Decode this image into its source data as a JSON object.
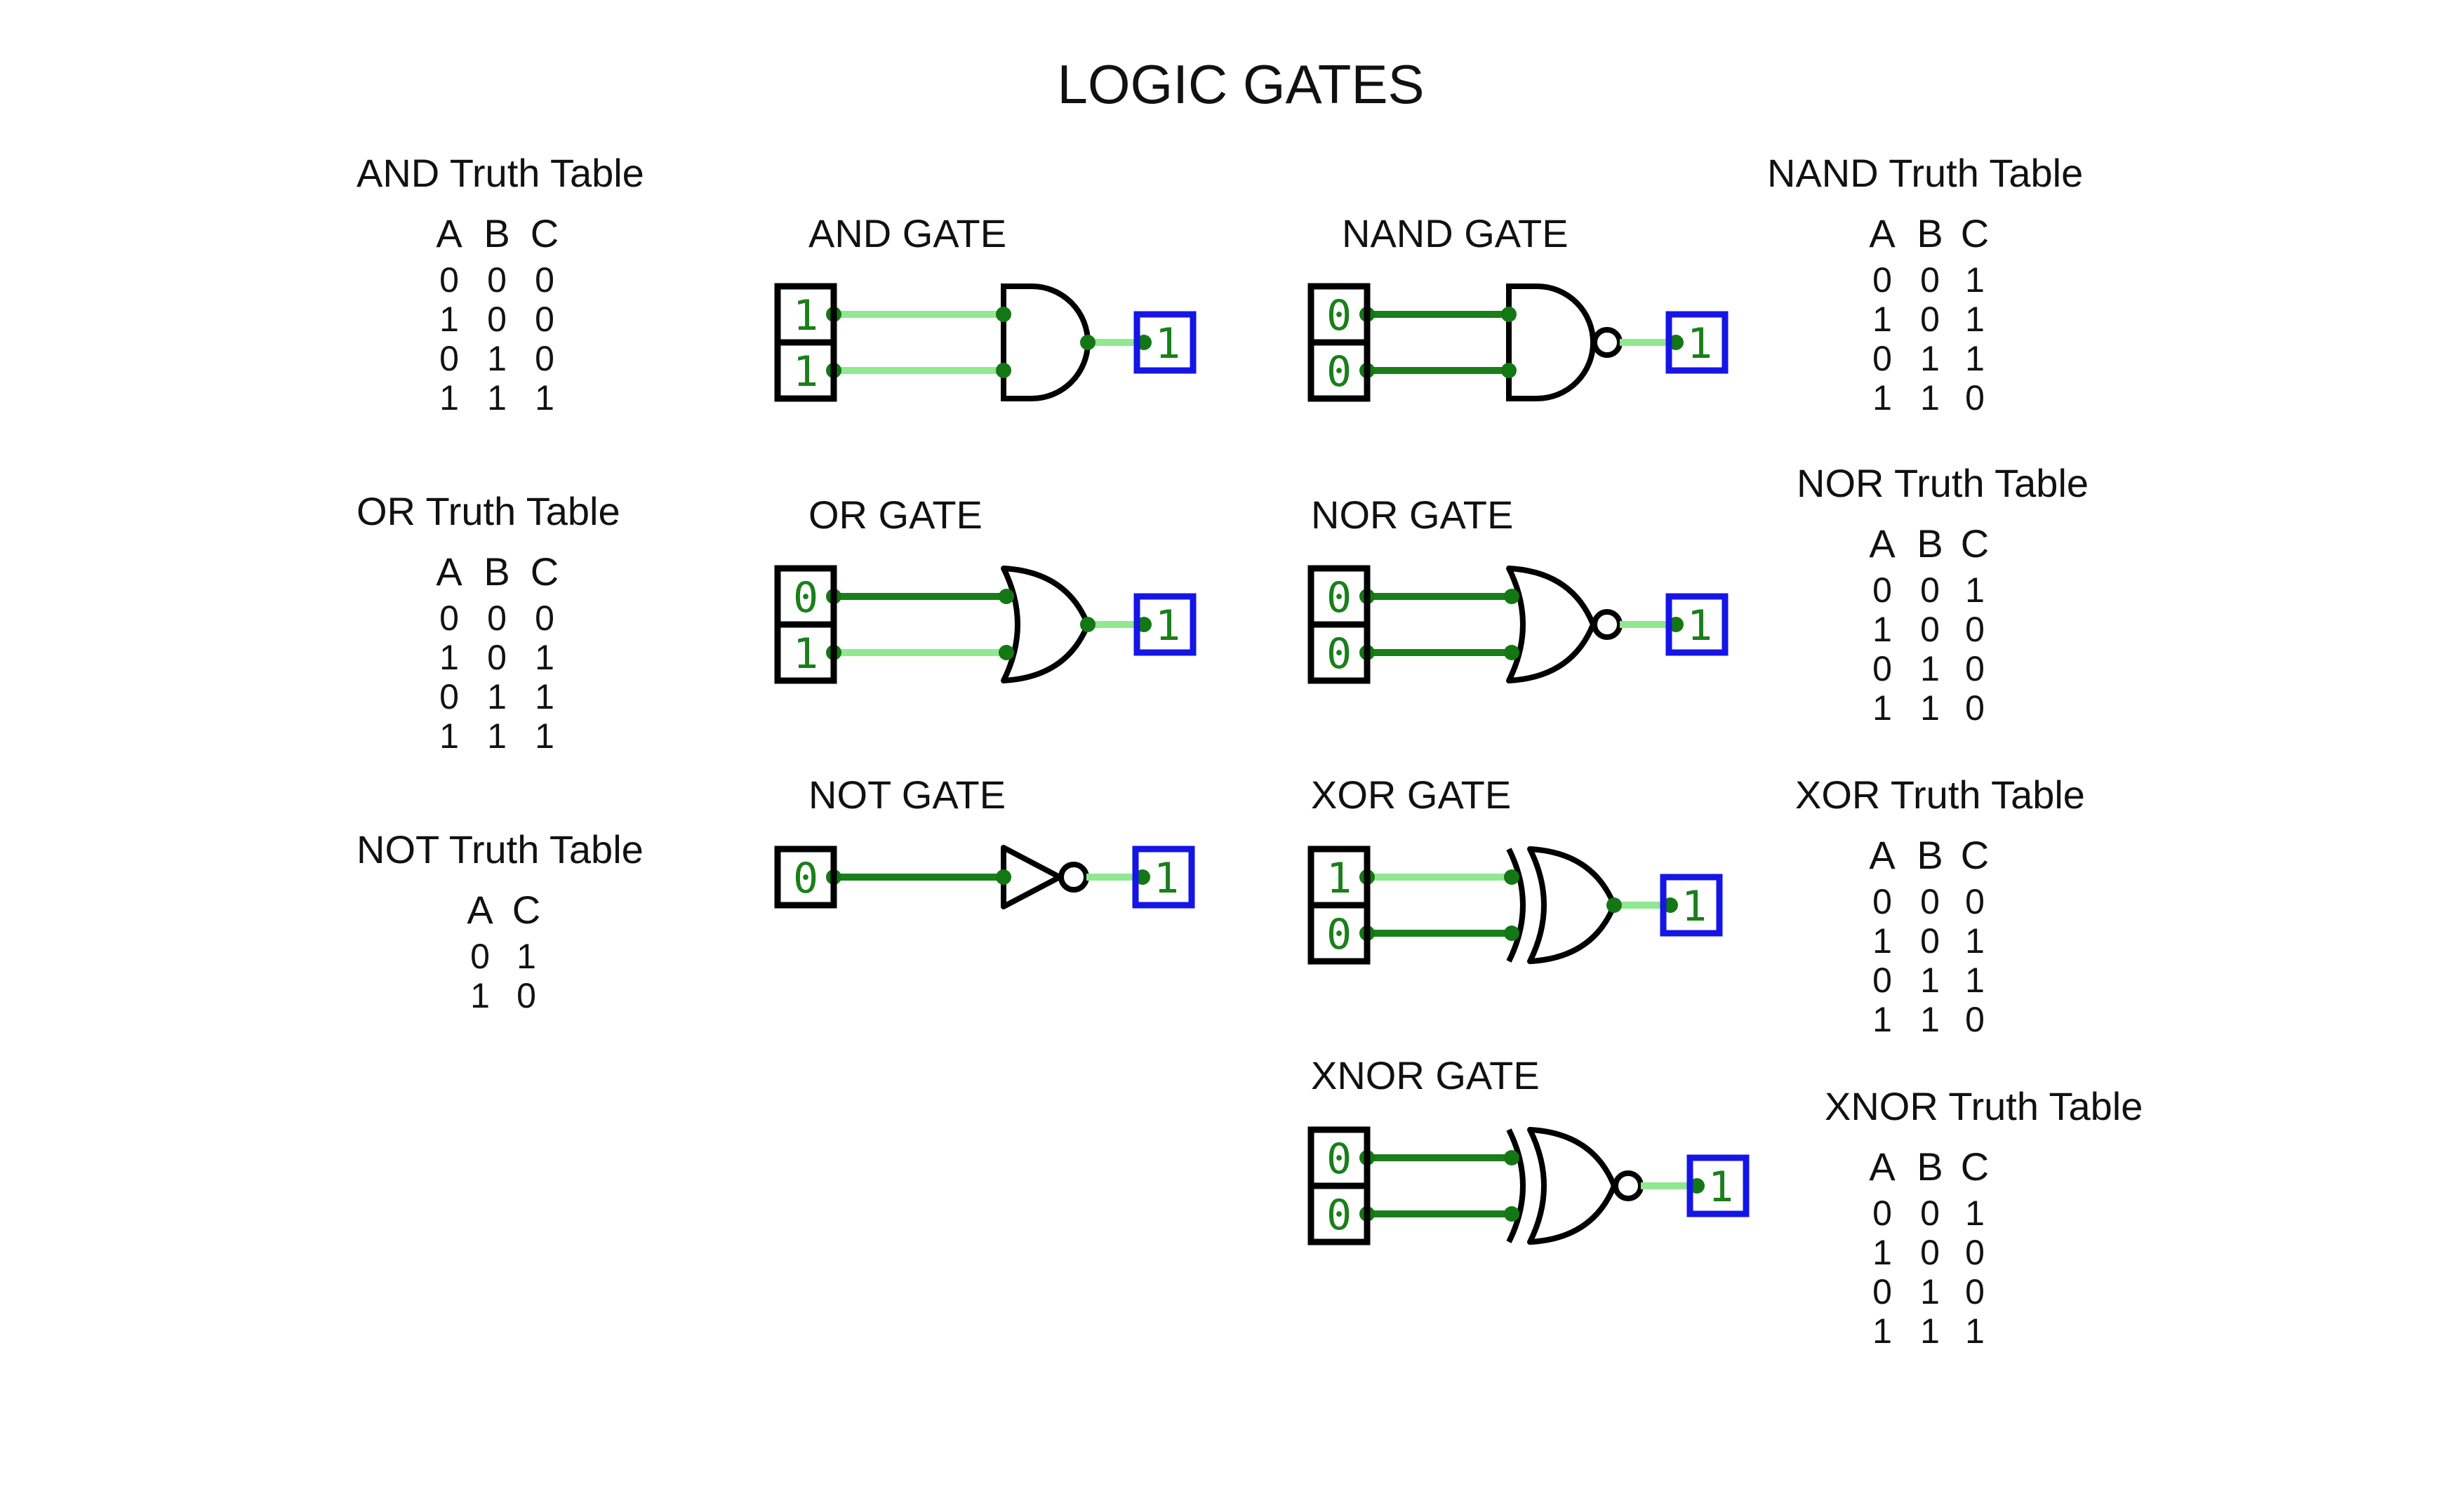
{
  "title": "LOGIC GATES",
  "colors": {
    "wire_high": "#90e890",
    "wire_low": "#1a7f1a",
    "junction": "#137813",
    "gate_stroke": "#000000",
    "input_text": "#1a7f1a",
    "output_box": "#1515e6",
    "output_text": "#1a7f1a"
  },
  "gates": [
    {
      "label": "AND GATE",
      "inputs": [
        "1",
        "1"
      ],
      "output": "1"
    },
    {
      "label": "OR GATE",
      "inputs": [
        "0",
        "1"
      ],
      "output": "1"
    },
    {
      "label": "NOT GATE",
      "inputs": [
        "0"
      ],
      "output": "1"
    },
    {
      "label": "NAND GATE",
      "inputs": [
        "0",
        "0"
      ],
      "output": "1"
    },
    {
      "label": "NOR GATE",
      "inputs": [
        "0",
        "0"
      ],
      "output": "1"
    },
    {
      "label": "XOR GATE",
      "inputs": [
        "1",
        "0"
      ],
      "output": "1"
    },
    {
      "label": "XNOR GATE",
      "inputs": [
        "0",
        "0"
      ],
      "output": "1"
    }
  ],
  "truth_tables": [
    {
      "title": "AND Truth Table",
      "headers": [
        "A",
        "B",
        "C"
      ],
      "rows": [
        [
          "0",
          "0",
          "0"
        ],
        [
          "1",
          "0",
          "0"
        ],
        [
          "0",
          "1",
          "0"
        ],
        [
          "1",
          "1",
          "1"
        ]
      ]
    },
    {
      "title": "OR Truth Table",
      "headers": [
        "A",
        "B",
        "C"
      ],
      "rows": [
        [
          "0",
          "0",
          "0"
        ],
        [
          "1",
          "0",
          "1"
        ],
        [
          "0",
          "1",
          "1"
        ],
        [
          "1",
          "1",
          "1"
        ]
      ]
    },
    {
      "title": "NOT Truth Table",
      "headers": [
        "A",
        "C"
      ],
      "rows": [
        [
          "0",
          "1"
        ],
        [
          "1",
          "0"
        ]
      ]
    },
    {
      "title": "NAND Truth Table",
      "headers": [
        "A",
        "B",
        "C"
      ],
      "rows": [
        [
          "0",
          "0",
          "1"
        ],
        [
          "1",
          "0",
          "1"
        ],
        [
          "0",
          "1",
          "1"
        ],
        [
          "1",
          "1",
          "0"
        ]
      ]
    },
    {
      "title": "NOR Truth Table",
      "headers": [
        "A",
        "B",
        "C"
      ],
      "rows": [
        [
          "0",
          "0",
          "1"
        ],
        [
          "1",
          "0",
          "0"
        ],
        [
          "0",
          "1",
          "0"
        ],
        [
          "1",
          "1",
          "0"
        ]
      ]
    },
    {
      "title": "XOR Truth Table",
      "headers": [
        "A",
        "B",
        "C"
      ],
      "rows": [
        [
          "0",
          "0",
          "0"
        ],
        [
          "1",
          "0",
          "1"
        ],
        [
          "0",
          "1",
          "1"
        ],
        [
          "1",
          "1",
          "0"
        ]
      ]
    },
    {
      "title": "XNOR Truth Table",
      "headers": [
        "A",
        "B",
        "C"
      ],
      "rows": [
        [
          "0",
          "0",
          "1"
        ],
        [
          "1",
          "0",
          "0"
        ],
        [
          "0",
          "1",
          "0"
        ],
        [
          "1",
          "1",
          "1"
        ]
      ]
    }
  ]
}
